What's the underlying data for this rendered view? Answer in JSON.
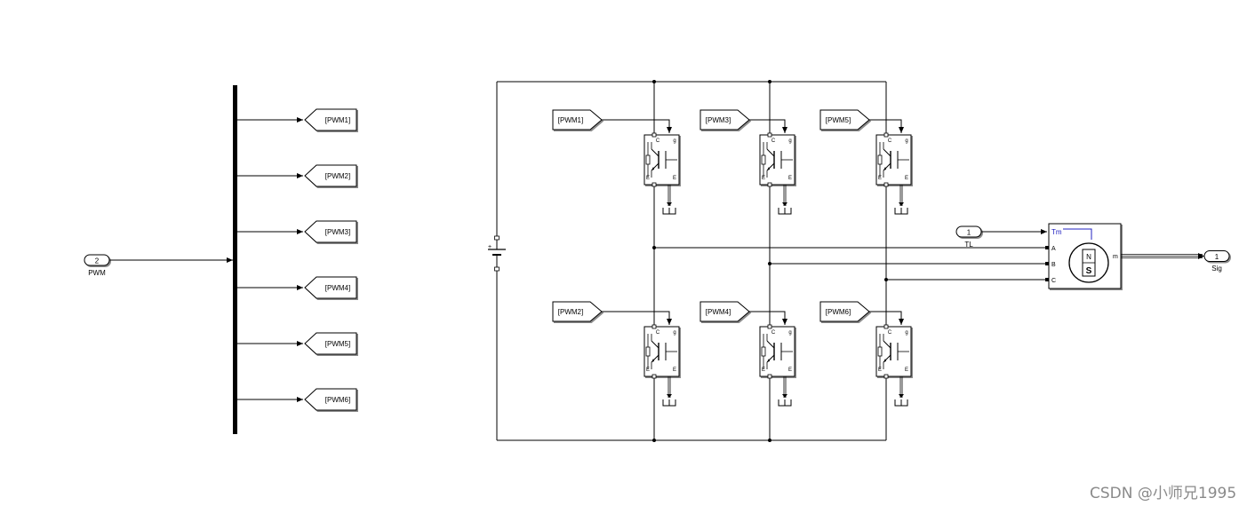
{
  "inport_pwm": {
    "number": "2",
    "label": "PWM"
  },
  "demux_goto_tags": [
    "[PWM1]",
    "[PWM2]",
    "[PWM3]",
    "[PWM4]",
    "[PWM5]",
    "[PWM6]"
  ],
  "from_tags_upper": [
    "[PWM1]",
    "[PWM3]",
    "[PWM5]"
  ],
  "from_tags_lower": [
    "[PWM2]",
    "[PWM4]",
    "[PWM6]"
  ],
  "igbt_port_labels": {
    "gate": "g",
    "collector": "C",
    "emitter": "E",
    "emitter_left": "E"
  },
  "dc_source_plus": "+",
  "inport_tl": {
    "number": "1",
    "label": "TL"
  },
  "motor": {
    "port_tm": "Tm",
    "port_a": "A",
    "port_b": "B",
    "port_c": "C",
    "port_m": "m",
    "n_pole": "N",
    "s_pole": "S"
  },
  "outport_sig": {
    "number": "1",
    "label": "Sig"
  },
  "watermark": "CSDN @小师兄1995",
  "colors": {
    "line": "#000000",
    "tm_port": "#2020c0",
    "block_fill": "#ffffff",
    "watermark": "#8a8a8a"
  }
}
